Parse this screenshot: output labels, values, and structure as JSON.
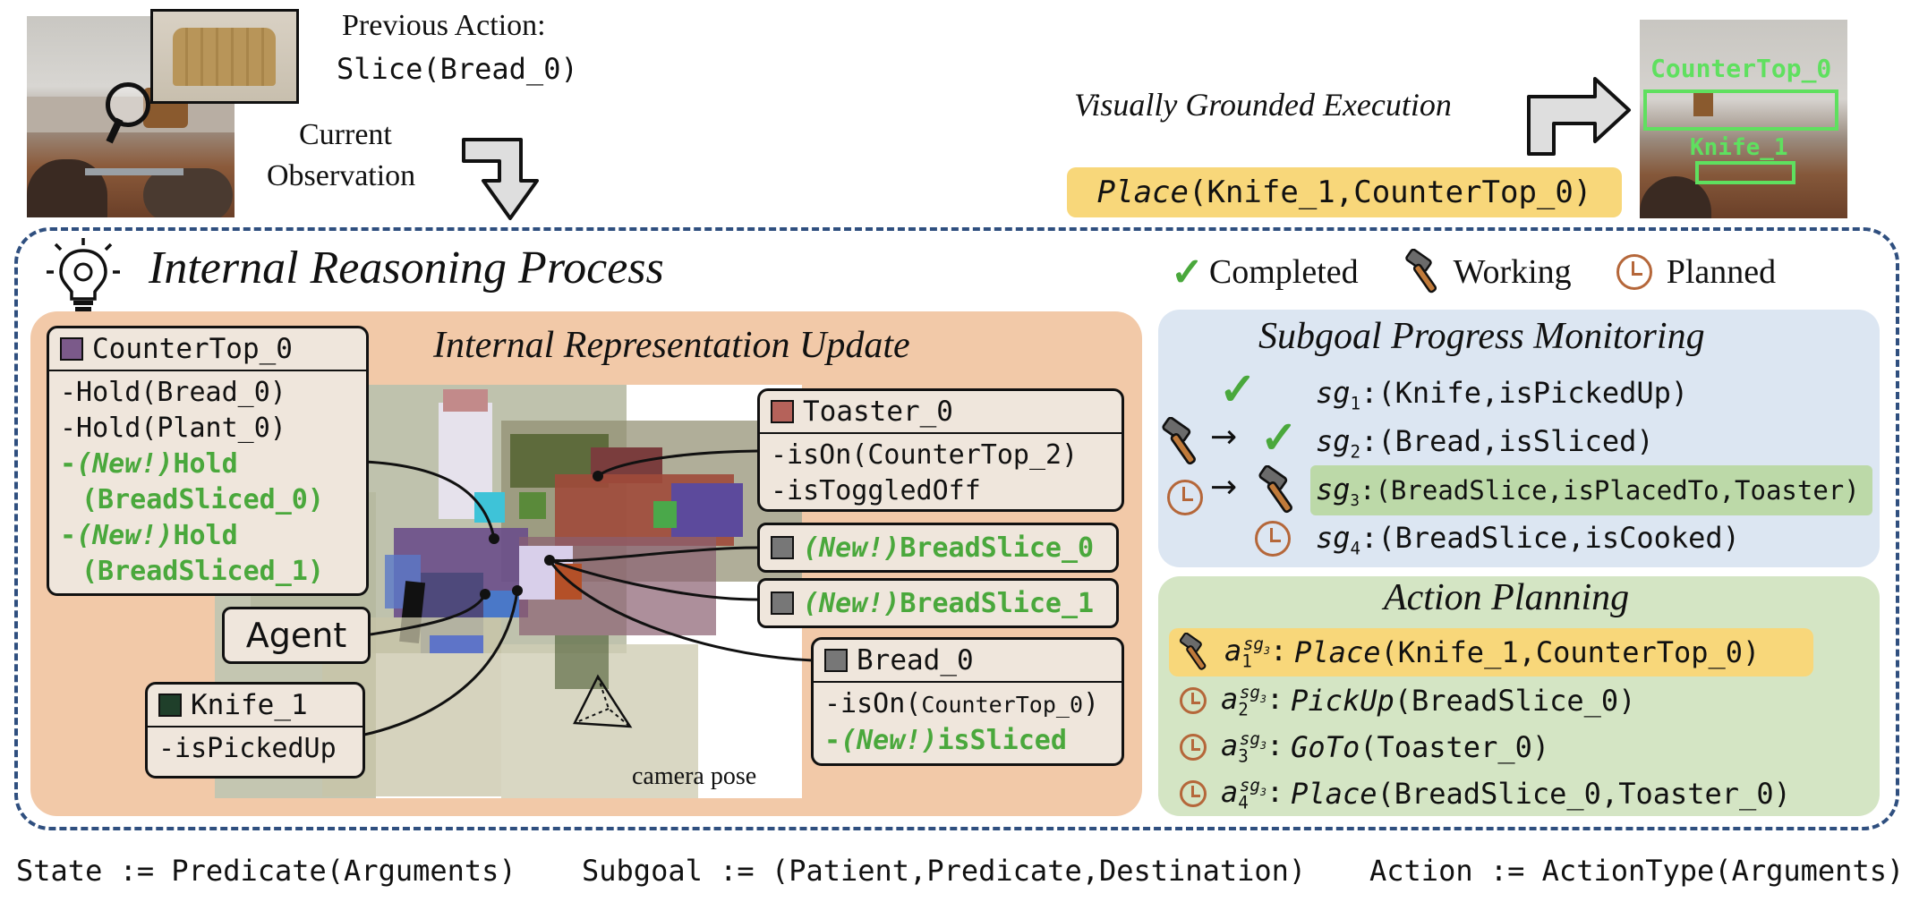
{
  "top": {
    "previous_action_label": "Previous Action:",
    "previous_action_value": "Slice(Bread_0)",
    "current_observation_line1": "Current",
    "current_observation_line2": "Observation",
    "execution_label": "Visually Grounded Execution",
    "execution_action_type": "Place",
    "execution_action_args": "(Knife_1,CounterTop_0)",
    "right_image_labels": [
      "CounterTop_0",
      "Knife_1"
    ]
  },
  "main": {
    "title": "Internal Reasoning Process",
    "legend": {
      "completed": "Completed",
      "working": "Working",
      "planned": "Planned"
    }
  },
  "representation": {
    "title": "Internal Representation Update",
    "camera_label": "camera pose",
    "agent_label": "Agent",
    "countertop": {
      "name": "CounterTop_0",
      "color": "#7b5a8a",
      "lines": [
        "-Hold(Bread_0)",
        "-Hold(Plant_0)"
      ],
      "new_lines": [
        {
          "prefix": "-",
          "tag": "(New!)",
          "text": "Hold"
        },
        {
          "prefix": "",
          "tag": "",
          "text": "(BreadSliced_0)"
        },
        {
          "prefix": "-",
          "tag": "(New!)",
          "text": "Hold"
        },
        {
          "prefix": "",
          "tag": "",
          "text": "(BreadSliced_1)"
        }
      ]
    },
    "knife": {
      "name": "Knife_1",
      "color": "#1f3f2a",
      "lines": [
        "-isPickedUp"
      ]
    },
    "toaster": {
      "name": "Toaster_0",
      "color": "#b5625a",
      "lines": [
        "-isOn(CounterTop_2)",
        "-isToggledOff"
      ]
    },
    "slice0": {
      "tag": "(New!)",
      "name": "BreadSlice_0",
      "color": "#777777"
    },
    "slice1": {
      "tag": "(New!)",
      "name": "BreadSlice_1",
      "color": "#777777"
    },
    "bread": {
      "name": "Bread_0",
      "color": "#777777",
      "line1_prefix": "-isOn(",
      "line1_arg": "CounterTop_0",
      "line1_suffix": ")",
      "new_prefix": "-",
      "new_tag": "(New!)",
      "new_text": "isSliced"
    }
  },
  "subgoals": {
    "title": "Subgoal Progress Monitoring",
    "items": [
      {
        "label": "sg",
        "index": "1",
        "text": ":(Knife,isPickedUp)"
      },
      {
        "label": "sg",
        "index": "2",
        "text": ":(Bread,isSliced)"
      },
      {
        "label": "sg",
        "index": "3",
        "text": ":(BreadSlice,isPlacedTo,Toaster)"
      },
      {
        "label": "sg",
        "index": "4",
        "text": ":(BreadSlice,isCooked)"
      }
    ]
  },
  "planning": {
    "title": "Action Planning",
    "sup": "sg",
    "sup_index": "3",
    "items": [
      {
        "index": "1",
        "type": "Place",
        "args": "(Knife_1,CounterTop_0)"
      },
      {
        "index": "2",
        "type": "PickUp",
        "args": "(BreadSlice_0)"
      },
      {
        "index": "3",
        "type": "GoTo",
        "args": "(Toaster_0)"
      },
      {
        "index": "4",
        "type": "Place",
        "args": "(BreadSlice_0,Toaster_0)"
      }
    ]
  },
  "definitions": {
    "state": "State := Predicate(Arguments)",
    "subgoal": "Subgoal := (Patient,Predicate,Destination)",
    "action": "Action := ActionType(Arguments)"
  },
  "colors": {
    "border_blue": "#2f4f7f",
    "salmon_panel": "#f2c9a8",
    "blue_panel": "#dce6f2",
    "green_panel": "#d4e5c4",
    "highlight_yellow": "#f8d77a",
    "highlight_green": "#bcd9a8",
    "check_green": "#4aa83c",
    "clock_brown": "#b5673a"
  }
}
